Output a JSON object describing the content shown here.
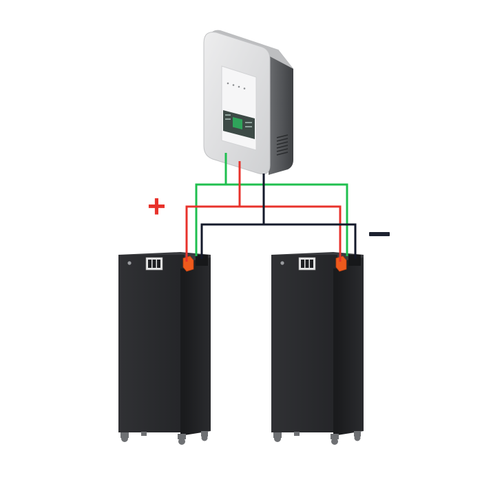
{
  "labels": {
    "positive": "+",
    "negative": ""
  },
  "wire_colors": {
    "communication": "#1fbf4f",
    "positive": "#e8322b",
    "negative": "#141a2b"
  },
  "sign_colors": {
    "positive": "#e8322b",
    "negative": "#1d2230"
  },
  "devices": {
    "inverter": {
      "name": "inverter",
      "color": "#d9dadb"
    },
    "batteries": [
      {
        "name": "battery-1",
        "color": "#2c2d30"
      },
      {
        "name": "battery-2",
        "color": "#2c2d30"
      }
    ],
    "terminal_color": "#ef5a1c"
  }
}
